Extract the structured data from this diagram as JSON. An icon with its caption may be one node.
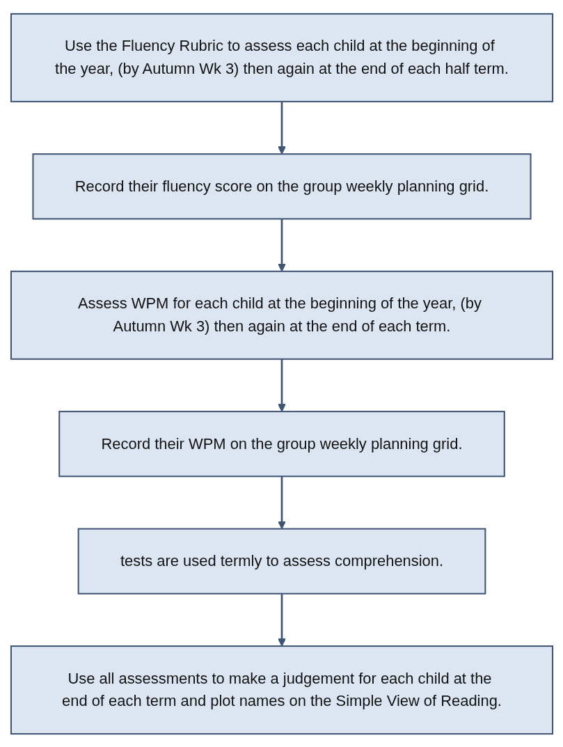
{
  "diagram": {
    "nodes": [
      {
        "text": [
          "Use the Fluency Rubric to assess each child at the beginning of the year, (by Autumn Wk 3) then again at the end of each half term."
        ]
      },
      {
        "text": [
          "Record their fluency score on the group weekly planning grid."
        ]
      },
      {
        "text": [
          "Assess WPM for each child at the beginning of the year, (by Autumn Wk 3) then again at the end of each term."
        ]
      },
      {
        "text": [
          "Record their WPM on the group weekly planning grid."
        ]
      },
      {
        "text": [
          "tests are used termly to assess comprehension."
        ]
      },
      {
        "text": [
          "Use all assessments to make a judgement for each child at the end of each term and plot names on the Simple View of Reading."
        ]
      }
    ],
    "edges": [
      {
        "from": 0,
        "to": 1,
        "arrow": "to"
      },
      {
        "from": 1,
        "to": 2,
        "arrow": "to"
      },
      {
        "from": 2,
        "to": 3,
        "arrow": "to"
      },
      {
        "from": 3,
        "to": 4,
        "arrow": "to"
      },
      {
        "from": 4,
        "to": 5,
        "arrow": "to"
      }
    ]
  }
}
